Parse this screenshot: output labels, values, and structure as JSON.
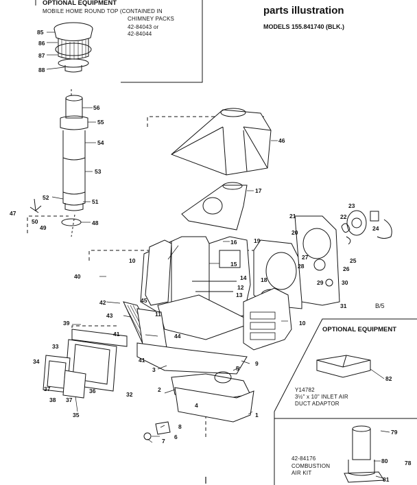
{
  "header": {
    "title": "parts illustration",
    "models": "MODELS 155.841740 (BLK.)"
  },
  "optional_top": {
    "heading": "OPTIONAL EQUIPMENT",
    "line1": "MOBILE HOME ROUND TOP (CONTAINED IN",
    "line2": "CHIMNEY PACKS",
    "line3": "42-84043 or",
    "line4": "42-84044"
  },
  "optional_right": {
    "heading": "OPTIONAL EQUIPMENT",
    "part_no": "Y14782",
    "desc1": "3½\" x 10\" INLET AIR",
    "desc2": "DUCT ADAPTOR",
    "kit_no": "42-84176",
    "kit1": "COMBUSTION",
    "kit2": "AIR KIT"
  },
  "page_ref": "B/5",
  "bottom_mark": "I",
  "callouts": {
    "p85": "85",
    "p86": "86",
    "p87": "87",
    "p88": "88",
    "p56": "56",
    "p55": "55",
    "p54": "54",
    "p53": "53",
    "p52": "52",
    "p51": "51",
    "p47": "47",
    "p50": "50",
    "p49": "49",
    "p48": "48",
    "p46": "46",
    "p17": "17",
    "p16": "16",
    "p15": "15",
    "p14": "14",
    "p13": "13",
    "p12": "12",
    "p11": "11",
    "p10a": "10",
    "p10b": "10",
    "p19": "19",
    "p18": "18",
    "p20": "20",
    "p21": "21",
    "p22": "22",
    "p23": "23",
    "p24a": "24",
    "p25": "25",
    "p26": "26",
    "p27": "27",
    "p28": "28",
    "p29": "29",
    "p30": "30",
    "p31": "31",
    "p40": "40",
    "p42": "42",
    "p43": "43",
    "p45": "45",
    "p44": "44",
    "p39": "39",
    "p41a": "41",
    "p41b": "41",
    "p33": "33",
    "p34": "34",
    "p37a": "37",
    "p38": "38",
    "p37b": "37",
    "p36": "36",
    "p35": "35",
    "p32": "32",
    "p3": "3",
    "p2": "2",
    "p4": "4",
    "p9": "9",
    "p1": "1",
    "p5": "5",
    "p8": "8",
    "p6": "6",
    "p7": "7",
    "p82": "82",
    "p79": "79",
    "p80": "80",
    "p81": "81",
    "p78": "78"
  },
  "icons": [
    "cap-icon",
    "pipe-icon",
    "hood-icon",
    "fan-icon",
    "door-icon",
    "adaptor-icon",
    "kit-pipe-icon"
  ]
}
